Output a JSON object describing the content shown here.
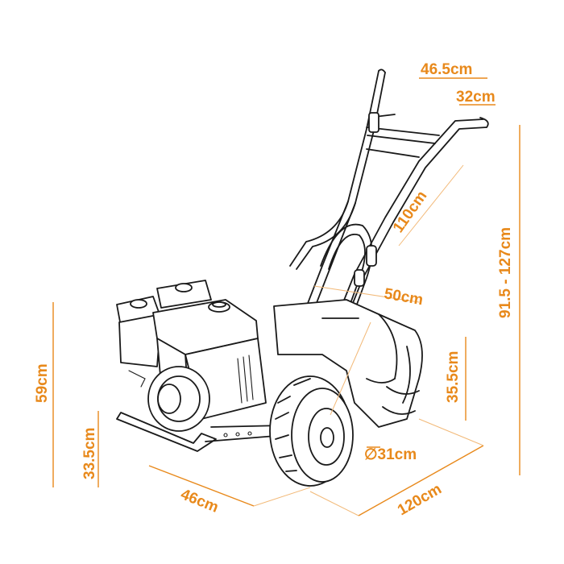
{
  "product": {
    "illustration_icon": "rear-tine-tiller-icon"
  },
  "dimensions": {
    "handle_outer_width": "46.5cm",
    "handle_inner_width": "32cm",
    "handle_length": "110cm",
    "tine_width": "50cm",
    "total_height": "91.5 - 127cm",
    "engine_height": "59cm",
    "frame_height": "33.5cm",
    "tine_height": "35.5cm",
    "wheel_diameter": "∅31cm",
    "base_width": "46cm",
    "total_length": "120cm"
  },
  "colors": {
    "accent": "#e8891b",
    "ink": "#1a1a1a"
  }
}
